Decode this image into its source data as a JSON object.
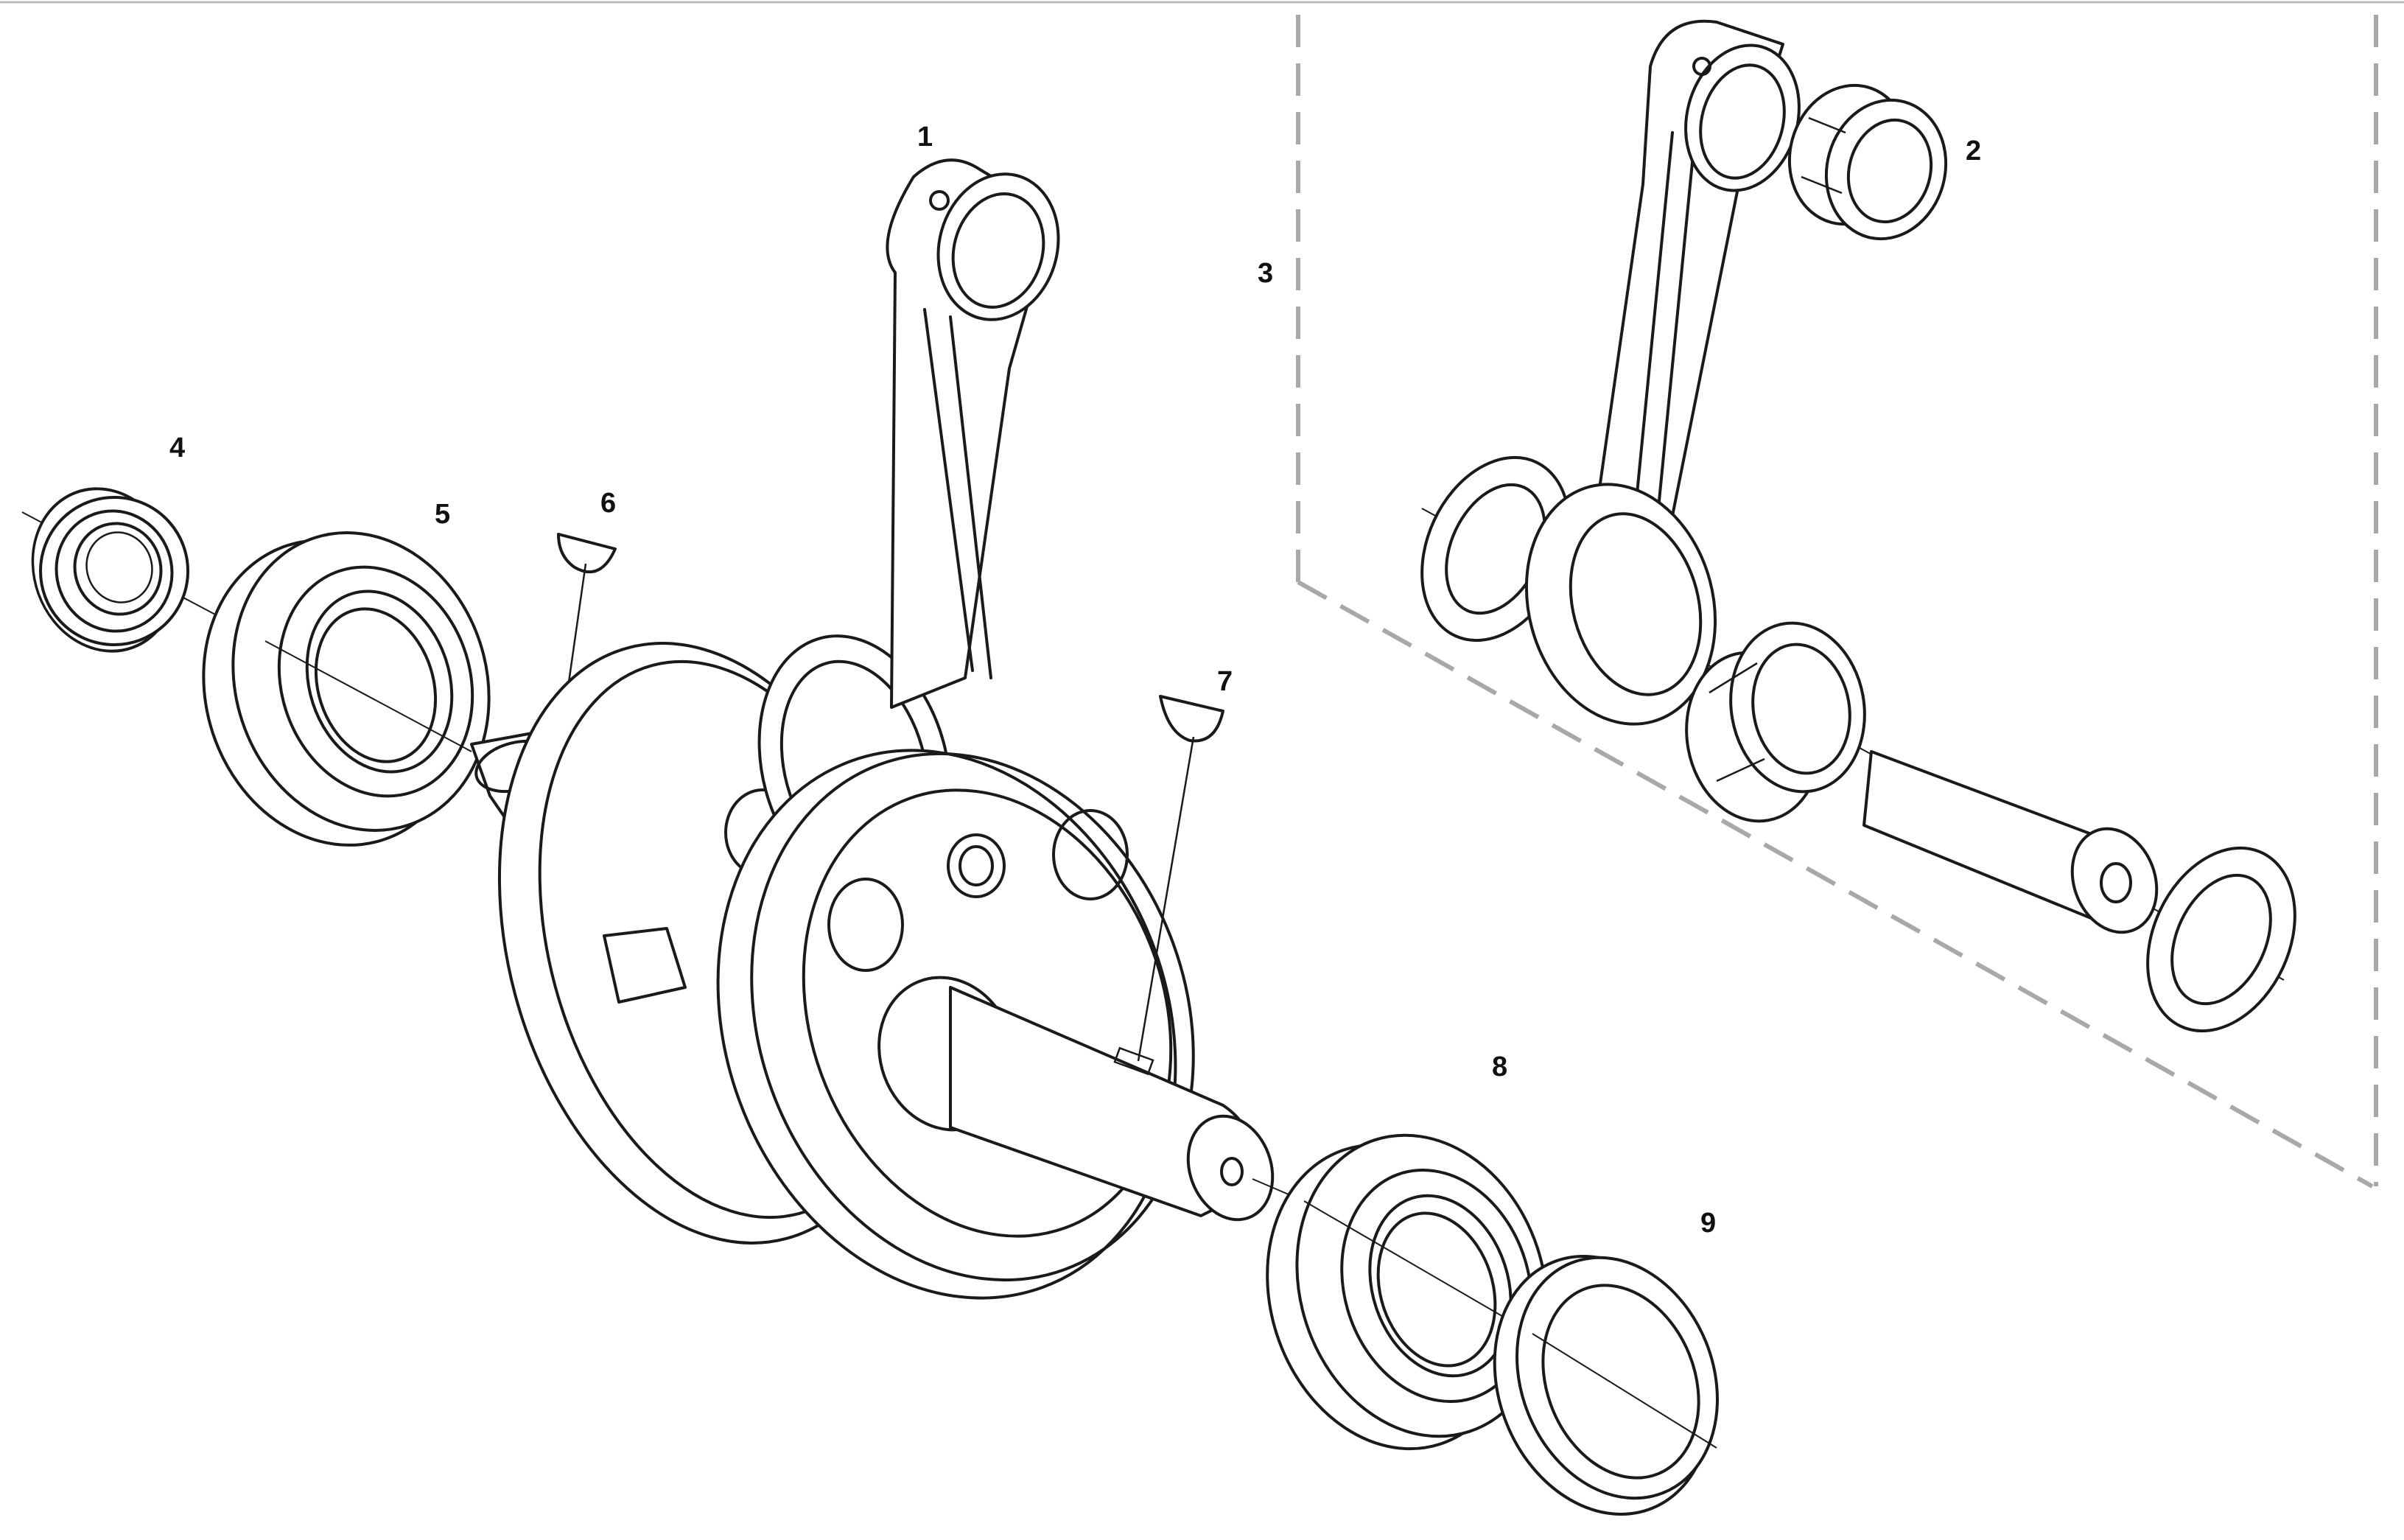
{
  "diagram": {
    "callouts": [
      {
        "id": "1",
        "label": "1"
      },
      {
        "id": "2",
        "label": "2"
      },
      {
        "id": "3",
        "label": "3"
      },
      {
        "id": "4",
        "label": "4"
      },
      {
        "id": "5",
        "label": "5"
      },
      {
        "id": "6",
        "label": "6"
      },
      {
        "id": "7",
        "label": "7"
      },
      {
        "id": "8",
        "label": "8"
      },
      {
        "id": "9",
        "label": "9"
      }
    ],
    "colors": {
      "line": "#1a1a1a",
      "background": "#ffffff",
      "subassembly_border": "#a8a8a8"
    }
  }
}
